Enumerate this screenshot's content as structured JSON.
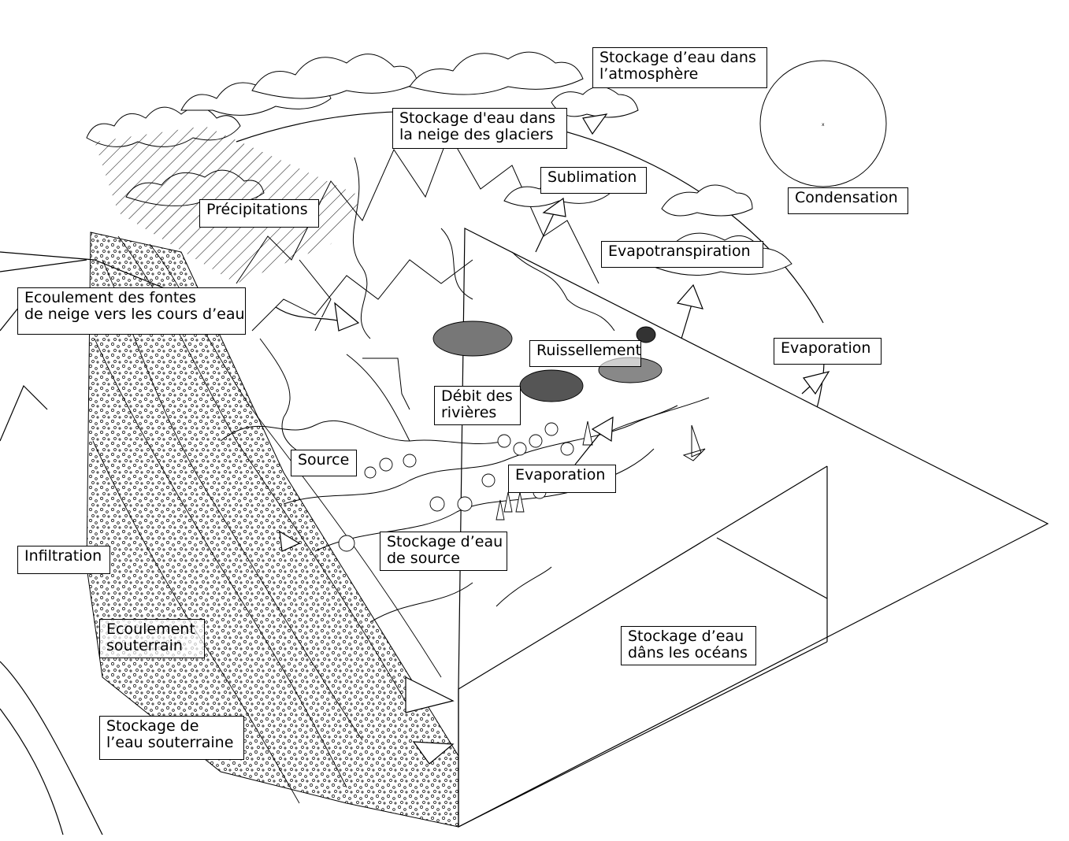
{
  "diagram": {
    "labels": {
      "atmosphere_storage": "Stockage d’eau dans\nl’atmosphère",
      "glacier_snow_storage": "Stockage d'eau dans\nla neige des glaciers",
      "sublimation": "Sublimation",
      "condensation": "Condensation",
      "precipitation": "Précipitations",
      "evapotranspiration": "Evapotranspiration",
      "snowmelt_runoff": "Ecoulement des fontes\nde neige vers les cours d’eau",
      "evaporation_ocean": "Evaporation",
      "surface_runoff": "Ruissellement",
      "river_discharge": "Débit des\nrivières",
      "spring": "Source",
      "evaporation_lake": "Evaporation",
      "spring_storage": "Stockage d’eau\nde source",
      "infiltration": "Infiltration",
      "groundwater_flow": "Ecoulement\nsouterrain",
      "ocean_storage": "Stockage d’eau\ndâns les océans",
      "groundwater_storage": "Stockage de\nl’eau souterraine"
    }
  }
}
